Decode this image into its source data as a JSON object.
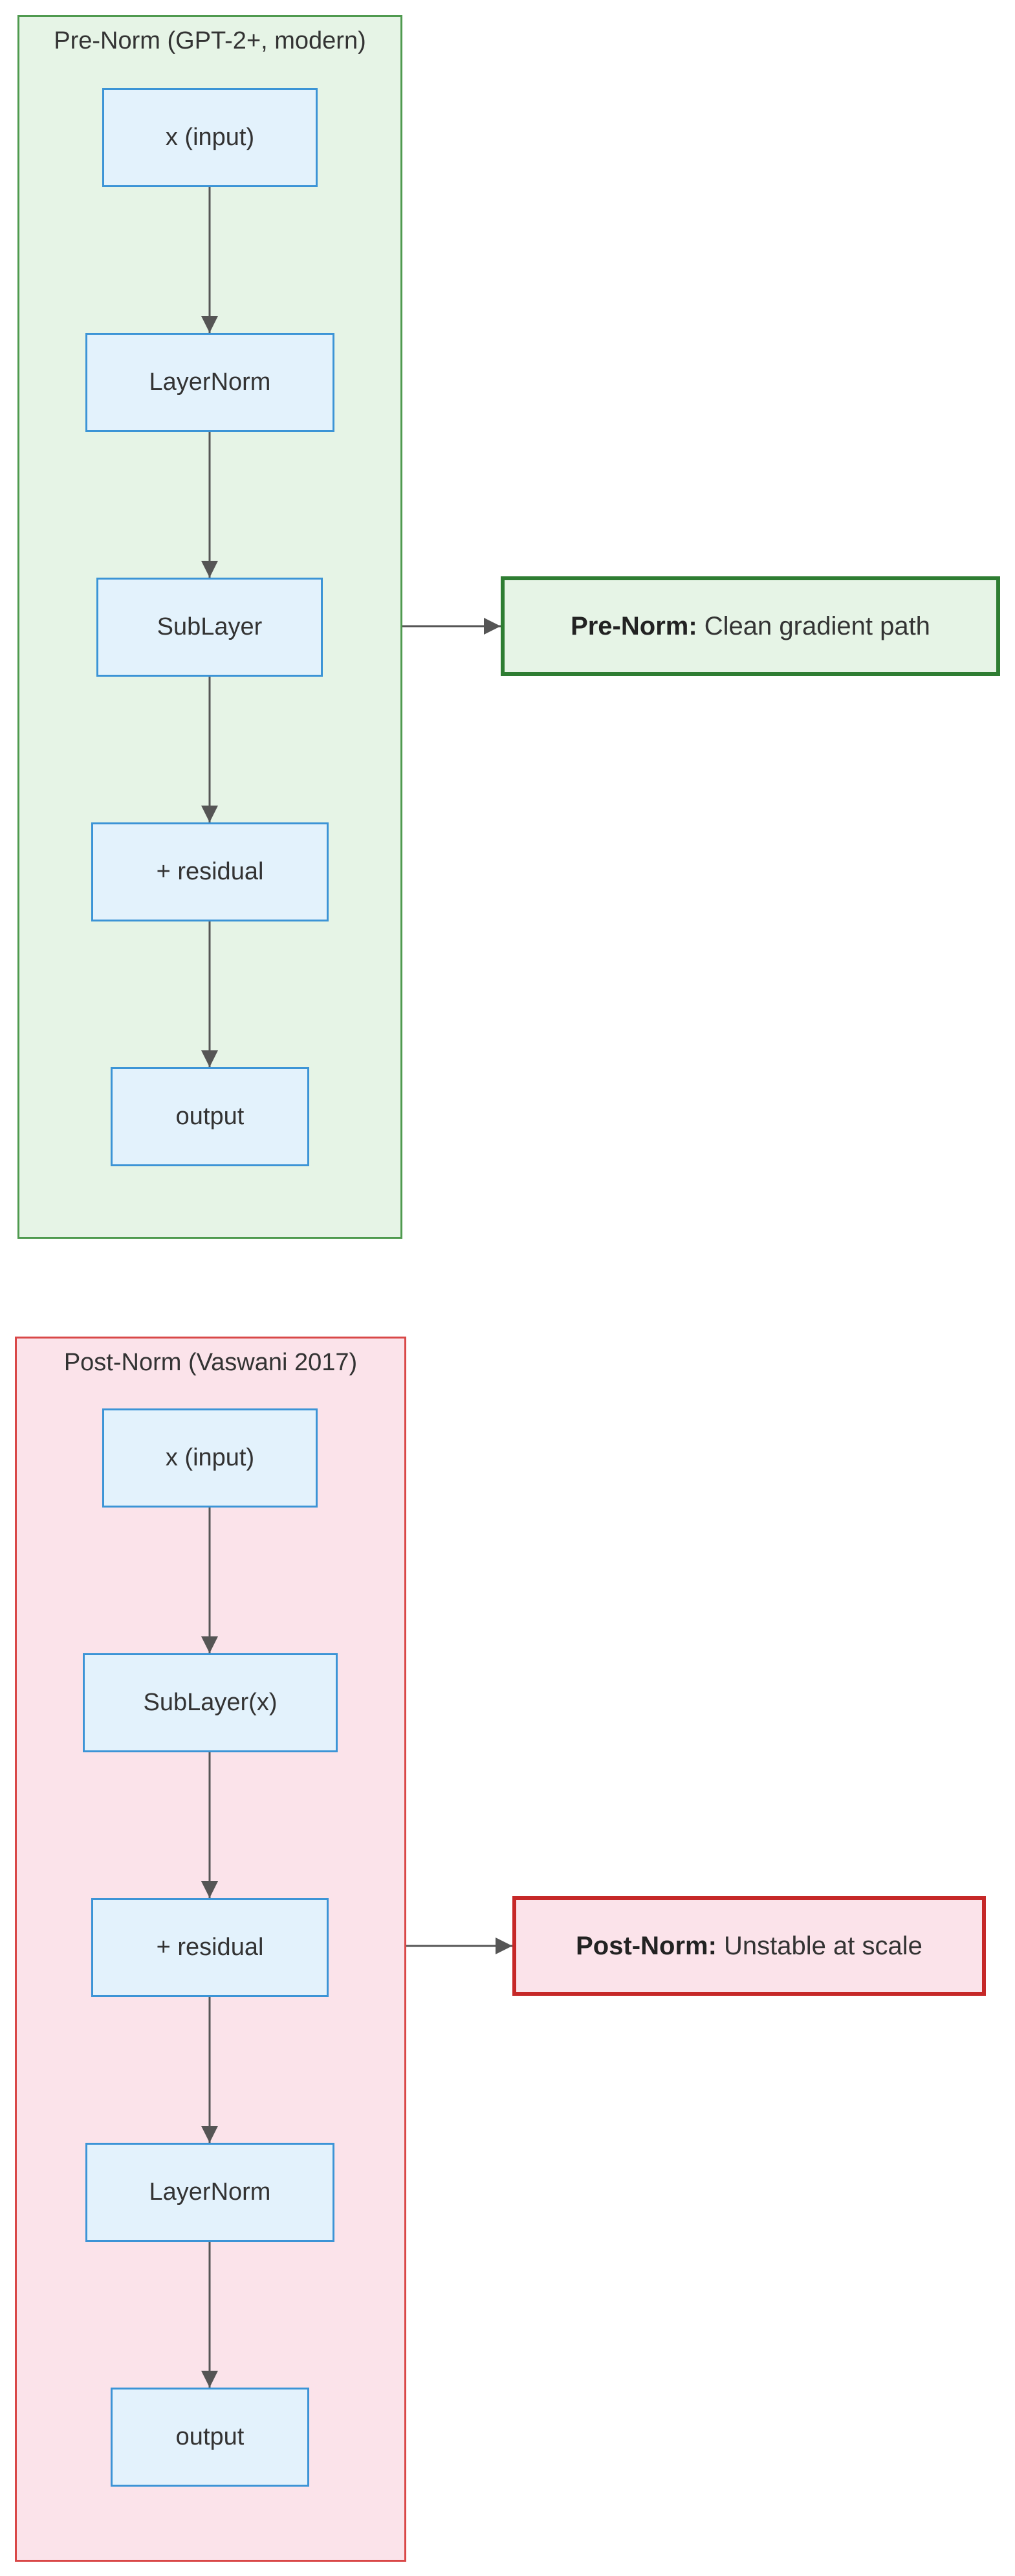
{
  "colors": {
    "node_fill": "#e3f2fc",
    "node_border": "#3c94d6",
    "pre_norm_fill": "#e6f4e6",
    "pre_norm_border": "#2e7d32",
    "post_norm_fill": "#fbe3ea",
    "post_norm_border": "#c62828",
    "edge": "#555555"
  },
  "pre_norm": {
    "title": "Pre-Norm (GPT-2+, modern)",
    "nodes": [
      "x (input)",
      "LayerNorm",
      "SubLayer",
      "+ residual",
      "output"
    ],
    "callout": {
      "label": "Pre-Norm:",
      "text": "Clean gradient path"
    }
  },
  "post_norm": {
    "title": "Post-Norm (Vaswani 2017)",
    "nodes": [
      "x (input)",
      "SubLayer(x)",
      "+ residual",
      "LayerNorm",
      "output"
    ],
    "callout": {
      "label": "Post-Norm:",
      "text": "Unstable at scale"
    }
  }
}
